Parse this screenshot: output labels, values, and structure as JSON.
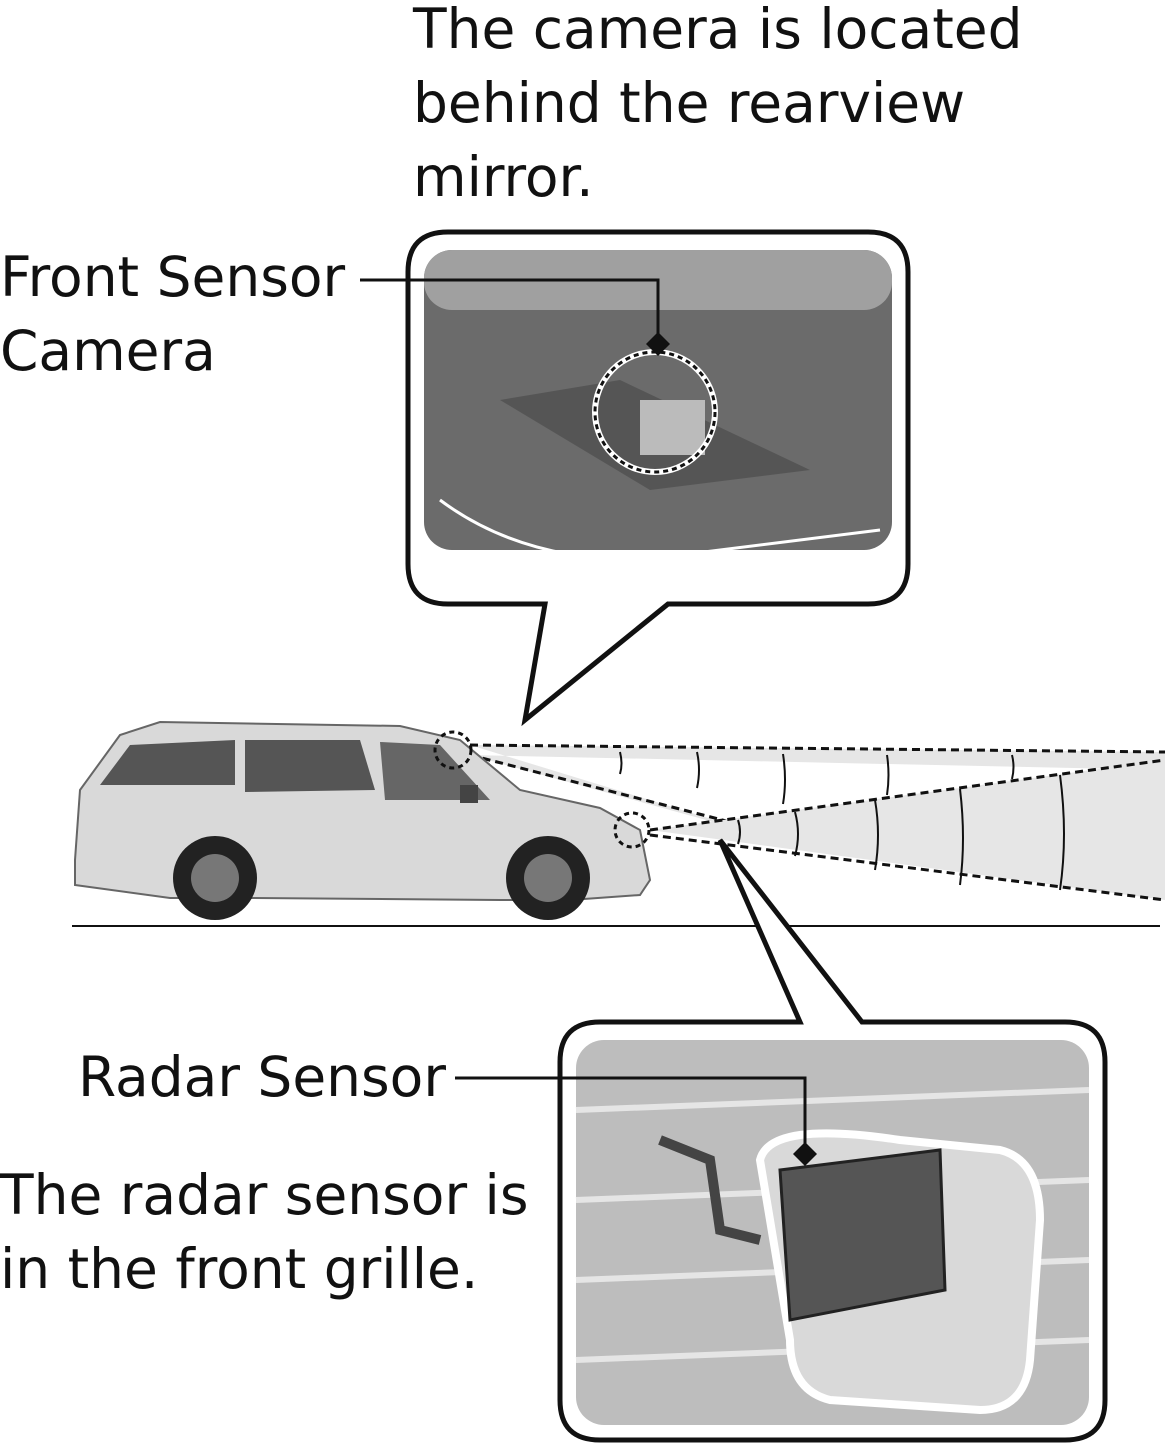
{
  "camera_note": {
    "lines": [
      "The camera is located",
      "behind the rearview",
      "mirror."
    ]
  },
  "camera_label": {
    "lines": [
      "Front Sensor",
      "Camera"
    ]
  },
  "radar_label": {
    "lines": [
      "Radar Sensor"
    ]
  },
  "radar_note": {
    "lines": [
      "The radar sensor is",
      "in the front grille."
    ]
  },
  "icons": [
    "camera-callout-diamond-icon",
    "radar-callout-diamond-icon"
  ]
}
